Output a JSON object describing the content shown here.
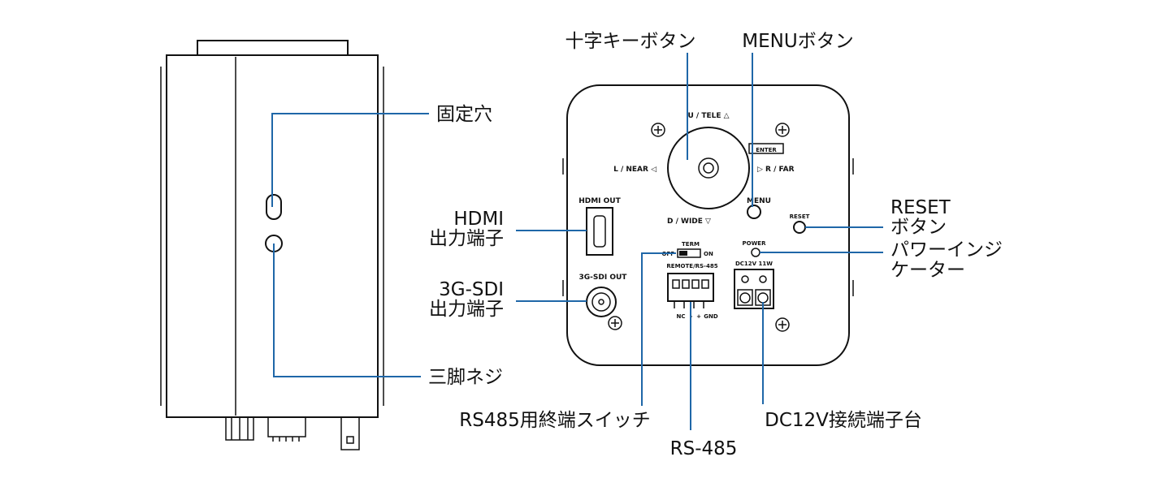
{
  "labels": {
    "cross_key": "十字キーボタン",
    "menu_button": "MENUボタン",
    "fixing_hole": "固定穴",
    "hdmi_1": "HDMI",
    "hdmi_2": "出力端子",
    "sdi_1": "3G-SDI",
    "sdi_2": "出力端子",
    "tripod": "三脚ネジ",
    "reset_1": "RESET",
    "reset_2": "ボタン",
    "power_1": "パワーインジ",
    "power_2": "ケーター",
    "term_switch": "RS485用終端スイッチ",
    "rs485": "RS-485",
    "dc_terminal": "DC12V接続端子台"
  },
  "panel": {
    "up": "U / TELE △",
    "left": "L / NEAR ◁",
    "right": "▷ R / FAR",
    "down": "D / WIDE ▽",
    "enter": "ENTER",
    "menu": "MENU",
    "reset": "RESET",
    "hdmi_out": "HDMI OUT",
    "sdi_out": "3G-SDI OUT",
    "term": "TERM",
    "off": "OFF",
    "on": "ON",
    "remote": "REMOTE/RS-485",
    "power": "POWER",
    "dc": "DC12V 11W",
    "nc": "NC",
    "minus": "-",
    "plus": "+",
    "gnd": "GND"
  },
  "colors": {
    "leader": "#1f67a8",
    "outline": "#111111"
  }
}
